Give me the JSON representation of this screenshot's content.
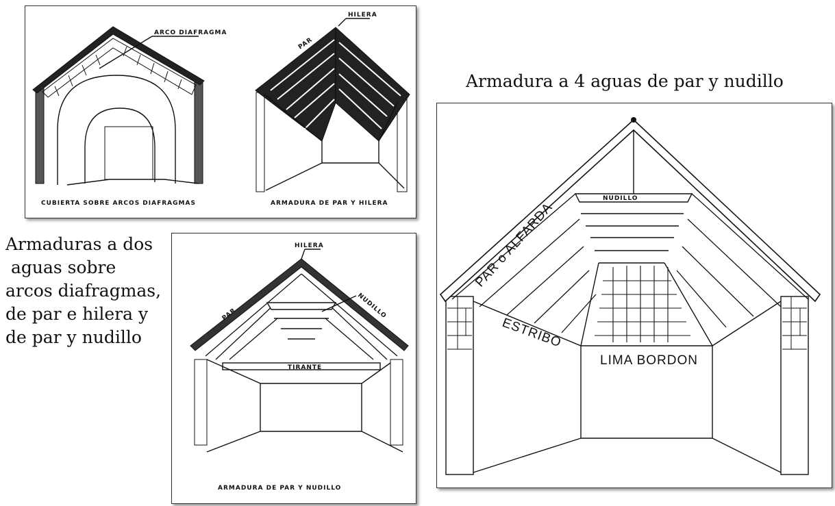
{
  "title_right": "Armadura a 4 aguas de par y nudillo",
  "caption_left": [
    "Armaduras a dos",
    " aguas sobre",
    "arcos diafragmas,",
    "de par e hilera y",
    "de par y nudillo"
  ],
  "panel_top": {
    "left_drawing": {
      "label": "ARCO DIAFRAGMA",
      "caption": "CUBIERTA SOBRE ARCOS DIAFRAGMAS"
    },
    "right_drawing": {
      "label_ridge": "HILERA",
      "label_rafter": "PAR",
      "caption": "ARMADURA DE PAR Y HILERA"
    }
  },
  "panel_bottom": {
    "label_ridge": "HILERA",
    "label_rafter": "PAR",
    "label_collar": "NUDILLO",
    "label_tie": "TIRANTE",
    "caption": "ARMADURA DE PAR Y NUDILLO"
  },
  "panel_right": {
    "label_collar": "NUDILLO",
    "label_rafter": "PAR o ALFARDA",
    "label_plate": "ESTRIBO",
    "label_hip": "LIMA BORDON"
  }
}
